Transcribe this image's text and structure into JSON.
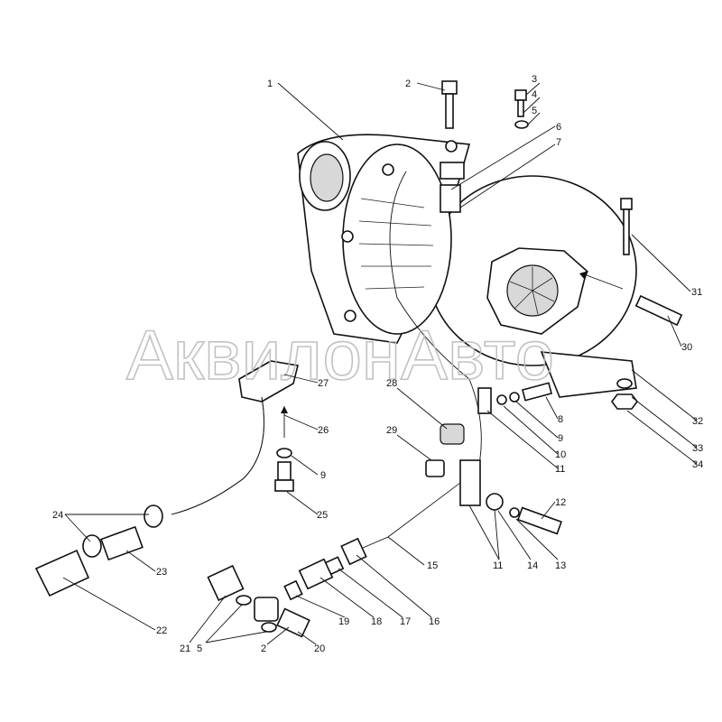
{
  "watermark": "АквилонАвто",
  "labels": {
    "p1": "1",
    "p2": "2",
    "p3": "3",
    "p4": "4",
    "p5": "5",
    "p6": "6",
    "p7": "7",
    "p8": "8",
    "p9": "9",
    "p10": "10",
    "p11": "11",
    "p12": "12",
    "p13": "13",
    "p14": "14",
    "p15": "15",
    "p16": "16",
    "p17": "17",
    "p18": "18",
    "p19": "19",
    "p20": "20",
    "p21": "21",
    "p22": "22",
    "p23": "23",
    "p24": "24",
    "p25": "25",
    "p26": "26",
    "p27": "27",
    "p28": "28",
    "p29": "29",
    "p30": "30",
    "p31": "31",
    "p32": "32",
    "p33": "33",
    "p34": "34",
    "p9b": "9",
    "p11b": "11",
    "p5b": "5",
    "p2b": "2"
  }
}
